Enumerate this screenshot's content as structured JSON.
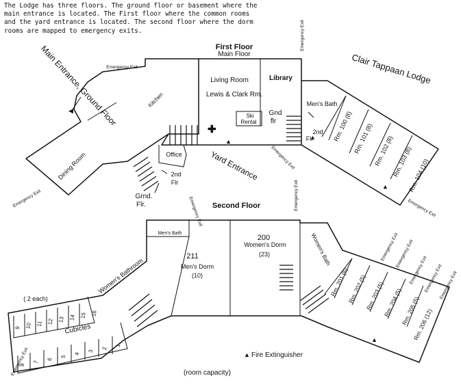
{
  "intro": {
    "line1": "The Lodge has three floors.  The ground floor or basement where the",
    "line2": "main entrance is located.  The First floor where the common rooms",
    "line3": "and the yard entrance is located. The second floor where the dorm",
    "line4": "rooms are mapped to emergency exits."
  },
  "title": "Clair Tappaan Lodge",
  "first_floor": {
    "heading": "First Floor",
    "subheading": "Main Floor",
    "main_entrance": "Main Entrance, Ground Floor",
    "kitchen": "Kitchen",
    "dining_room": "Dining Room",
    "living_room": "Living Room",
    "lewis_clark": "Lewis & Clark Rm.",
    "ski_rental_1": "Ski",
    "ski_rental_2": "Rental",
    "library": "Library",
    "mens_bath": "Men's Bath",
    "office": "Office",
    "yard_entrance": "Yard Entrance",
    "gnd_flr_1": "Gnd",
    "gnd_flr_2": "flr",
    "second_flr_a1": "2nd",
    "second_flr_a2": "Flr",
    "second_flr_b1": "2nd",
    "second_flr_b2": "Flr",
    "grnd_flr_1": "Grnd.",
    "grnd_flr_2": "Flr.",
    "rooms": [
      "Rm. 100",
      "Rm. 101",
      "Rm. 102",
      "Rm. 103",
      "Rm. 104"
    ],
    "capacities": [
      "(8)",
      "(8)",
      "(8)",
      "(8)",
      "(10)"
    ],
    "exits": {
      "e1": "Emergency Exit",
      "e2": "Emergency Exit",
      "e3": "Emergency Exit",
      "e4": "Emergency Exit",
      "e5": "Emergency Exit",
      "e6": "Emergency Exit"
    }
  },
  "second_floor": {
    "heading": "Second Floor",
    "mens_bath": "Men's Bath",
    "room_211": "211",
    "mens_dorm": "Men's Dorm",
    "cap_211": "(10)",
    "room_200": "200",
    "womens_dorm": "Women's Dorm",
    "cap_200": "(23)",
    "womens_bath": "Women's Bath",
    "womens_bathroom": "Women's Bathroom",
    "two_each": "( 2 each)",
    "cubicles": "Cubicles",
    "cubicles_top": [
      "9",
      "10",
      "11",
      "12",
      "13",
      "14",
      "15",
      "16"
    ],
    "cubicles_bottom": [
      "8",
      "7",
      "6",
      "5",
      "4",
      "3",
      "2",
      "1"
    ],
    "rooms": [
      "Rm. 201",
      "Rm. 202",
      "Rm. 203",
      "Rm. 204",
      "Rm. 205",
      "Rm. 206"
    ],
    "capacities": [
      "(6)",
      "(5)",
      "(5)",
      "(5)",
      "(5)",
      "(12)"
    ],
    "exits": {
      "e1": "Emergency Exit",
      "e2": "Emergency Exit",
      "e3": "Emergency Exit",
      "e4": "Emergency Exit",
      "e5": "Emergency Exit",
      "e6": "Emergency Exit",
      "e7": "Emergency Exit"
    }
  },
  "legend": {
    "fire_extinguisher": "Fire Extinguisher",
    "room_capacity": "(room capacity)"
  }
}
